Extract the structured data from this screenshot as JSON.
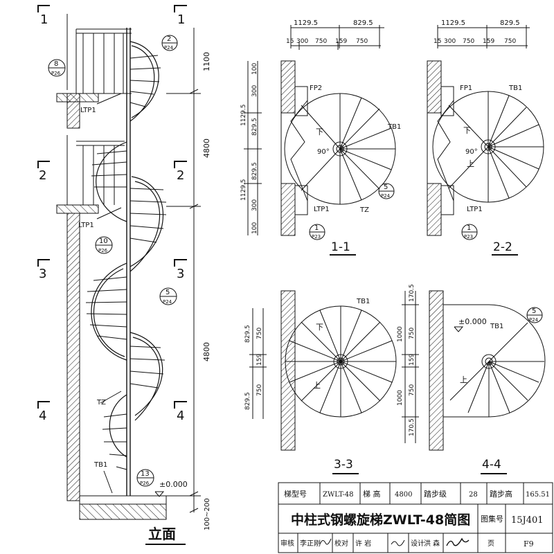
{
  "elevation": {
    "section_marks": [
      "1",
      "2",
      "3",
      "4"
    ],
    "dims": [
      "1100",
      "4800",
      "4800",
      "100~200"
    ],
    "labels": {
      "ltp1": "LTP1",
      "tz": "TZ",
      "tb1": "TB1",
      "level": "±0.000"
    },
    "callouts": [
      {
        "num": "2",
        "ref": "P24"
      },
      {
        "num": "8",
        "ref": "P26"
      },
      {
        "num": "10",
        "ref": "P26"
      },
      {
        "num": "5",
        "ref": "P24"
      },
      {
        "num": "13",
        "ref": "P26"
      }
    ],
    "caption": "立面"
  },
  "plan_1_1": {
    "title": "1-1",
    "top_dims": [
      "1129.5",
      "829.5"
    ],
    "sub_dims": [
      "15",
      "300",
      "750",
      "159",
      "750"
    ],
    "left_dims": [
      "100",
      "300",
      "1129.5",
      "829.5",
      "829.5",
      "1129.5",
      "300",
      "100"
    ],
    "labels": {
      "fp": "FP2",
      "tb": "TB1",
      "ltp": "LTP1",
      "tz": "TZ",
      "down": "下",
      "angle": "90°"
    },
    "callouts": [
      {
        "num": "5",
        "ref": "P24"
      },
      {
        "num": "1",
        "ref": "P23"
      }
    ]
  },
  "plan_2_2": {
    "title": "2-2",
    "top_dims": [
      "1129.5",
      "829.5"
    ],
    "sub_dims": [
      "15",
      "300",
      "750",
      "159",
      "750"
    ],
    "labels": {
      "fp": "FP1",
      "tb": "TB1",
      "ltp": "LTP1",
      "down": "下",
      "up": "上",
      "angle": "90°"
    },
    "callouts": [
      {
        "num": "1",
        "ref": "P23"
      }
    ]
  },
  "plan_3_3": {
    "title": "3-3",
    "left_dims": [
      "829.5",
      "750",
      "159",
      "829.5",
      "750"
    ],
    "labels": {
      "tb": "TB1",
      "down": "下",
      "up": "上"
    }
  },
  "plan_4_4": {
    "title": "4-4",
    "left_dims": [
      "170.5",
      "1000",
      "750",
      "159",
      "1000",
      "750",
      "170.5"
    ],
    "labels": {
      "tb": "TB1",
      "level": "±0.000",
      "up": "上"
    },
    "callouts": [
      {
        "num": "5",
        "ref": "P24"
      }
    ]
  },
  "title_block": {
    "row1": [
      "梯型号",
      "ZWLT-48",
      "梯  高",
      "4800",
      "踏步级",
      "28",
      "踏步高",
      "165.51"
    ],
    "title": "中柱式钢螺旋梯ZWLT-48简图",
    "atlas_label": "图集号",
    "atlas_value": "15J401",
    "row3": [
      "审核",
      "李正刚",
      "校对",
      "许  岩",
      "设计",
      "洪  森",
      "页",
      "F9"
    ]
  }
}
